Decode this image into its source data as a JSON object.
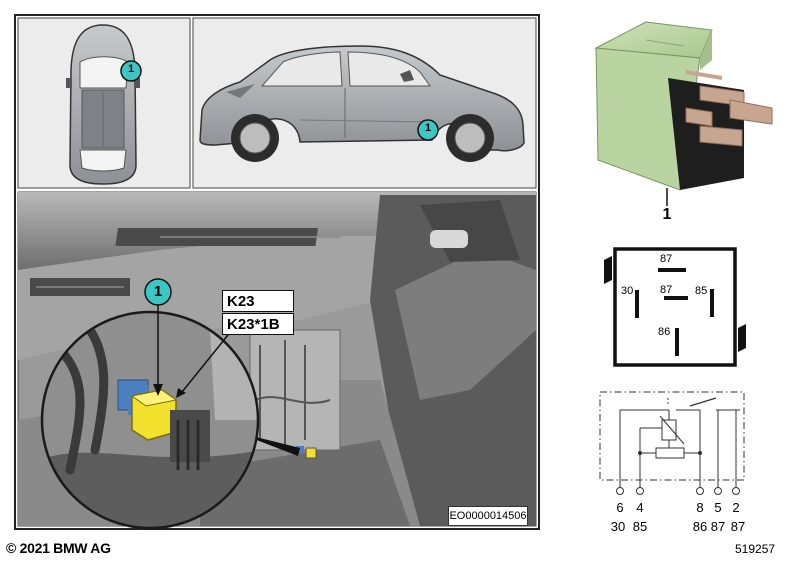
{
  "callout": {
    "number": "1"
  },
  "parts": {
    "relay_name": "K23",
    "connector_name": "K23*1B"
  },
  "relay_label": "1",
  "relay_pins": [
    "87",
    "30",
    "87",
    "85",
    "86"
  ],
  "circuit": {
    "top_row": [
      "6",
      "4",
      "8",
      "5",
      "2"
    ],
    "bottom_row": [
      "30",
      "85",
      "86",
      "87",
      "87"
    ]
  },
  "document_id": "EO0000014506",
  "copyright": "© 2021 BMW AG",
  "image_id": "519257",
  "colors": {
    "callout_fill": "#3cc6c4",
    "relay_body": "#b9d4a0",
    "component_yellow": "#f2e12c",
    "connector_blue": "#4c7fc0",
    "panel_border": "#222222"
  }
}
